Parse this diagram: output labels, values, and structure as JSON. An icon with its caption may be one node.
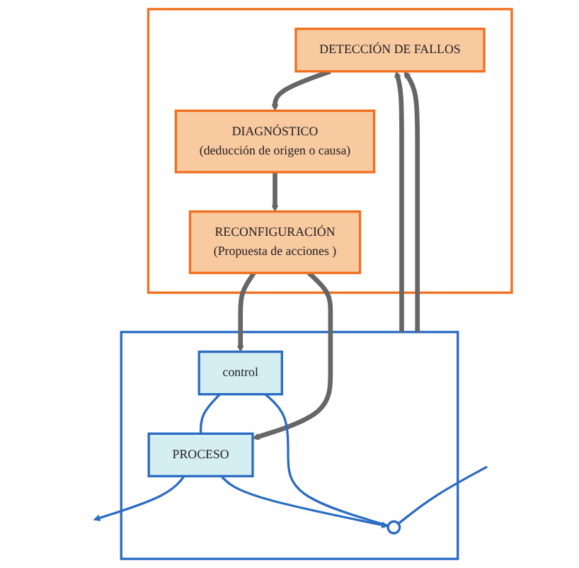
{
  "diagram": {
    "nodes": [
      {
        "text": [],
        "shape": "box"
      },
      {
        "text": [
          "DETECCIÓN DE FALLOS"
        ],
        "in": 0
      },
      {
        "text": [
          "DIAGNÓSTICO",
          "(deducción de origen o causa)"
        ],
        "in": 0
      },
      {
        "text": [
          "RECONFIGURACIÓN",
          "(Propuesta de acciones )"
        ],
        "in": 0
      },
      {
        "text": [],
        "shape": "box"
      },
      {
        "text": [],
        "shape": "circle",
        "in": 4
      },
      {
        "text": [
          "control"
        ],
        "in": 4
      },
      {
        "text": [
          "PROCESO"
        ],
        "in": 4
      }
    ],
    "edges": [
      {
        "from": 4,
        "to": 1,
        "arrow": "to"
      },
      {
        "from": 4,
        "to": 1,
        "arrow": "to"
      },
      {
        "from": 1,
        "to": 2,
        "arrow": "to"
      },
      {
        "from": 2,
        "to": 3,
        "arrow": "to"
      },
      {
        "from": 3,
        "to": 6,
        "arrow": "to"
      },
      {
        "from": 3,
        "to": 7,
        "arrow": "to"
      },
      {
        "from": null,
        "to": 5,
        "arrow": "none",
        "color": "#2b6cc4"
      },
      {
        "from": 5,
        "to": 6,
        "arrow": "none",
        "color": "#2b6cc4"
      },
      {
        "from": 6,
        "to": 7,
        "arrow": "none",
        "color": "#2b6cc4"
      },
      {
        "from": 7,
        "to": null,
        "arrow": "to",
        "color": "#2b6cc4"
      },
      {
        "from": 7,
        "to": 5,
        "arrow": "to",
        "color": "#2b6cc4"
      }
    ]
  }
}
